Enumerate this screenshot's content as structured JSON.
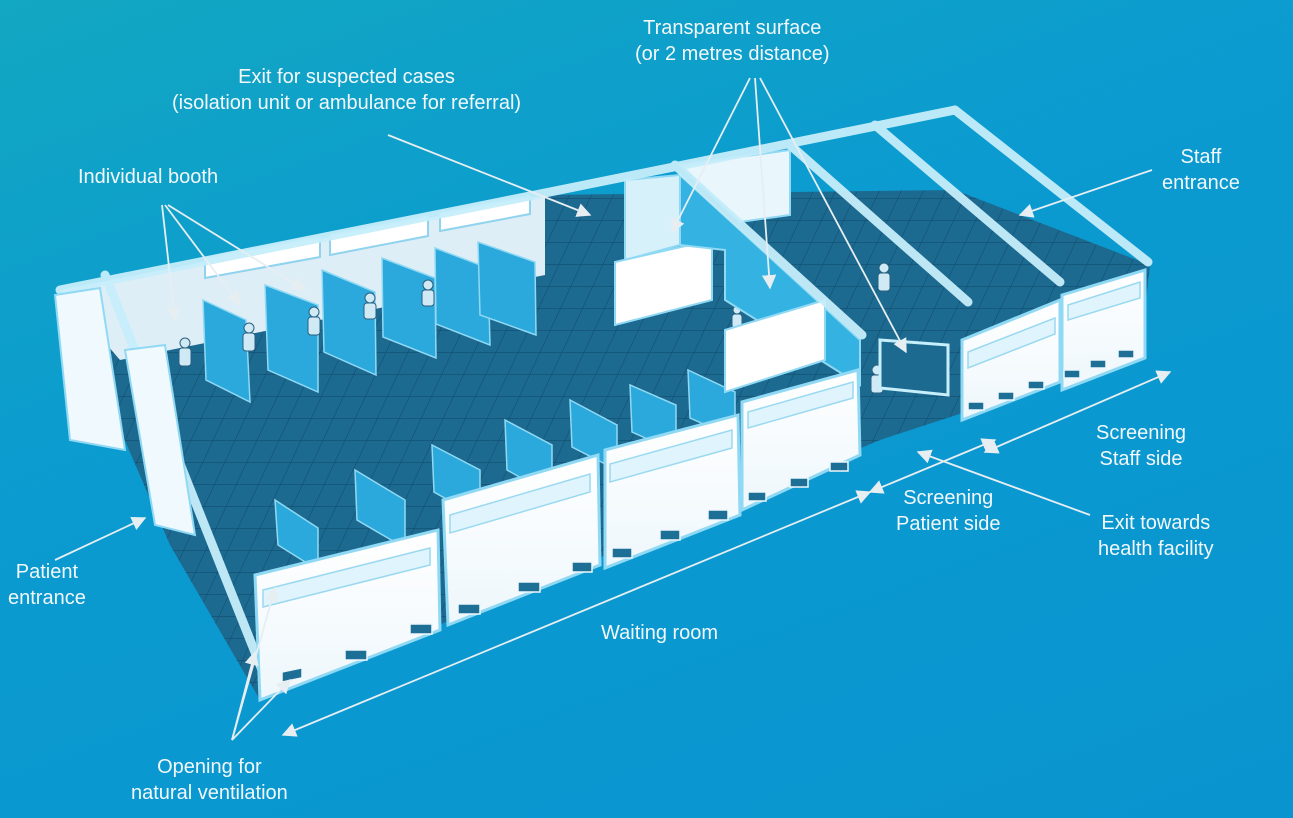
{
  "labels": {
    "transparent_surface": {
      "line1": "Transparent surface",
      "line2": "(or 2 metres distance)"
    },
    "exit_suspected": {
      "line1": "Exit for suspected cases",
      "line2": "(isolation unit or ambulance for referral)"
    },
    "individual_booth": {
      "line1": "Individual booth"
    },
    "staff_entrance": {
      "line1": "Staff",
      "line2": "entrance"
    },
    "screening_staff": {
      "line1": "Screening",
      "line2": "Staff side"
    },
    "screening_patient": {
      "line1": "Screening",
      "line2": "Patient side"
    },
    "exit_health": {
      "line1": "Exit towards",
      "line2": "health facility"
    },
    "patient_entrance": {
      "line1": "Patient",
      "line2": "entrance"
    },
    "waiting_room": {
      "line1": "Waiting room"
    },
    "ventilation": {
      "line1": "Opening for",
      "line2": "natural ventilation"
    }
  },
  "colors": {
    "background": "#0b9bd0",
    "floor": "#1e6f95",
    "wall": "#f6fbfe",
    "frame": "#bfe9f8",
    "partition": "#2aa6d8",
    "arrow": "#e6eef2"
  }
}
